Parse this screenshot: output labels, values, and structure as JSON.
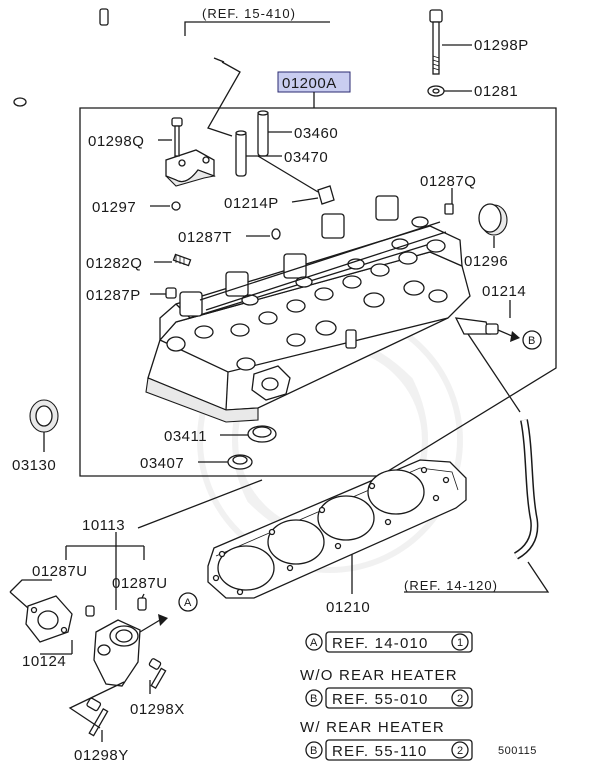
{
  "diagram": {
    "labels": {
      "p01200A": "01200A",
      "p01298P": "01298P",
      "p01281": "01281",
      "p01298Q": "01298Q",
      "p03460": "03460",
      "p03470": "03470",
      "p01287Q": "01287Q",
      "p01297": "01297",
      "p01214P": "01214P",
      "p01287T": "01287T",
      "p01296": "01296",
      "p01282Q": "01282Q",
      "p01214": "01214",
      "p01287P": "01287P",
      "p03411": "03411",
      "p03407": "03407",
      "p03130": "03130",
      "p10113": "10113",
      "p01287U_a": "01287U",
      "p01287U_b": "01287U",
      "p10124": "10124",
      "p01210": "01210",
      "p01298X": "01298X",
      "p01298Y": "01298Y"
    },
    "refs": {
      "top": "(REF. 15-410)",
      "right": "(REF. 14-120)"
    },
    "markers": {
      "a": "A",
      "b": "B"
    },
    "legend": {
      "row1_ref": "REF. 14-010",
      "row1_num": "1",
      "row2_caption": "W/O  REAR  HEATER",
      "row2_ref": "REF. 55-010",
      "row2_num": "2",
      "row3_caption": "W/  REAR  HEATER",
      "row3_ref": "REF. 55-110",
      "row3_num": "2"
    },
    "diagram_code": "500115"
  }
}
